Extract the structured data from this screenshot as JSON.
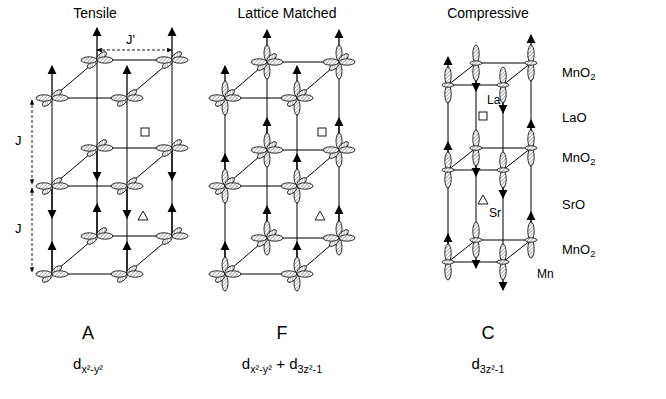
{
  "diagram": {
    "labels": [
      "Tensile",
      "Lattice Matched",
      "Compressive",
      "J'",
      "J",
      "J",
      "MnO",
      "2",
      "LaO",
      "MnO",
      "2",
      "SrO",
      "MnO",
      "2",
      "La",
      "Sr",
      "Mn",
      "A",
      "F",
      "C",
      "d",
      "x²-y²",
      "d",
      "x²-y²",
      "+ d",
      "3z²-1",
      "d",
      "3z²-1"
    ]
  }
}
